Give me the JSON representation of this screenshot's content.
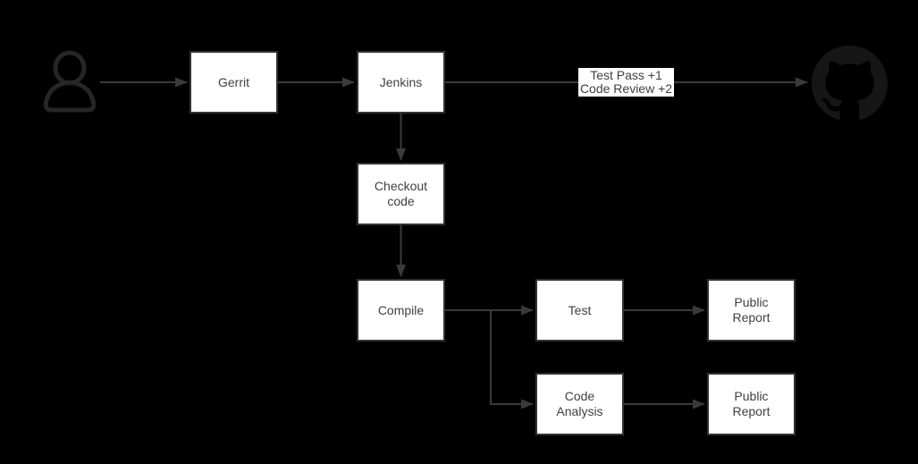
{
  "diagram": {
    "type": "flowchart",
    "background_color": "#000000",
    "colors": {
      "node_fill": "#ffffff",
      "node_border": "#333333",
      "line": "#3a3a3a",
      "text": "#404040",
      "person_icon": "#262626",
      "github_icon": "#161616",
      "label_bg": "#ffffff"
    },
    "nodes": {
      "gerrit": "Gerrit",
      "jenkins": "Jenkins",
      "checkout": "Checkout\ncode",
      "compile": "Compile",
      "test": "Test",
      "test_report": "Public\nReport",
      "code_analysis": "Code\nAnalysis",
      "analysis_report": "Public\nReport"
    },
    "icons": {
      "start": "person-icon",
      "end": "github-icon"
    },
    "edge_label": "Test Pass +1\nCode Review +2",
    "edges": [
      {
        "from": "person-icon",
        "to": "Gerrit"
      },
      {
        "from": "Gerrit",
        "to": "Jenkins"
      },
      {
        "from": "Jenkins",
        "to": "github-icon",
        "label": "Test Pass +1\nCode Review +2"
      },
      {
        "from": "Jenkins",
        "to": "Checkout code"
      },
      {
        "from": "Checkout code",
        "to": "Compile"
      },
      {
        "from": "Compile",
        "to": "Test"
      },
      {
        "from": "Compile",
        "to": "Code Analysis"
      },
      {
        "from": "Test",
        "to": "Public Report"
      },
      {
        "from": "Code Analysis",
        "to": "Public Report"
      }
    ]
  }
}
